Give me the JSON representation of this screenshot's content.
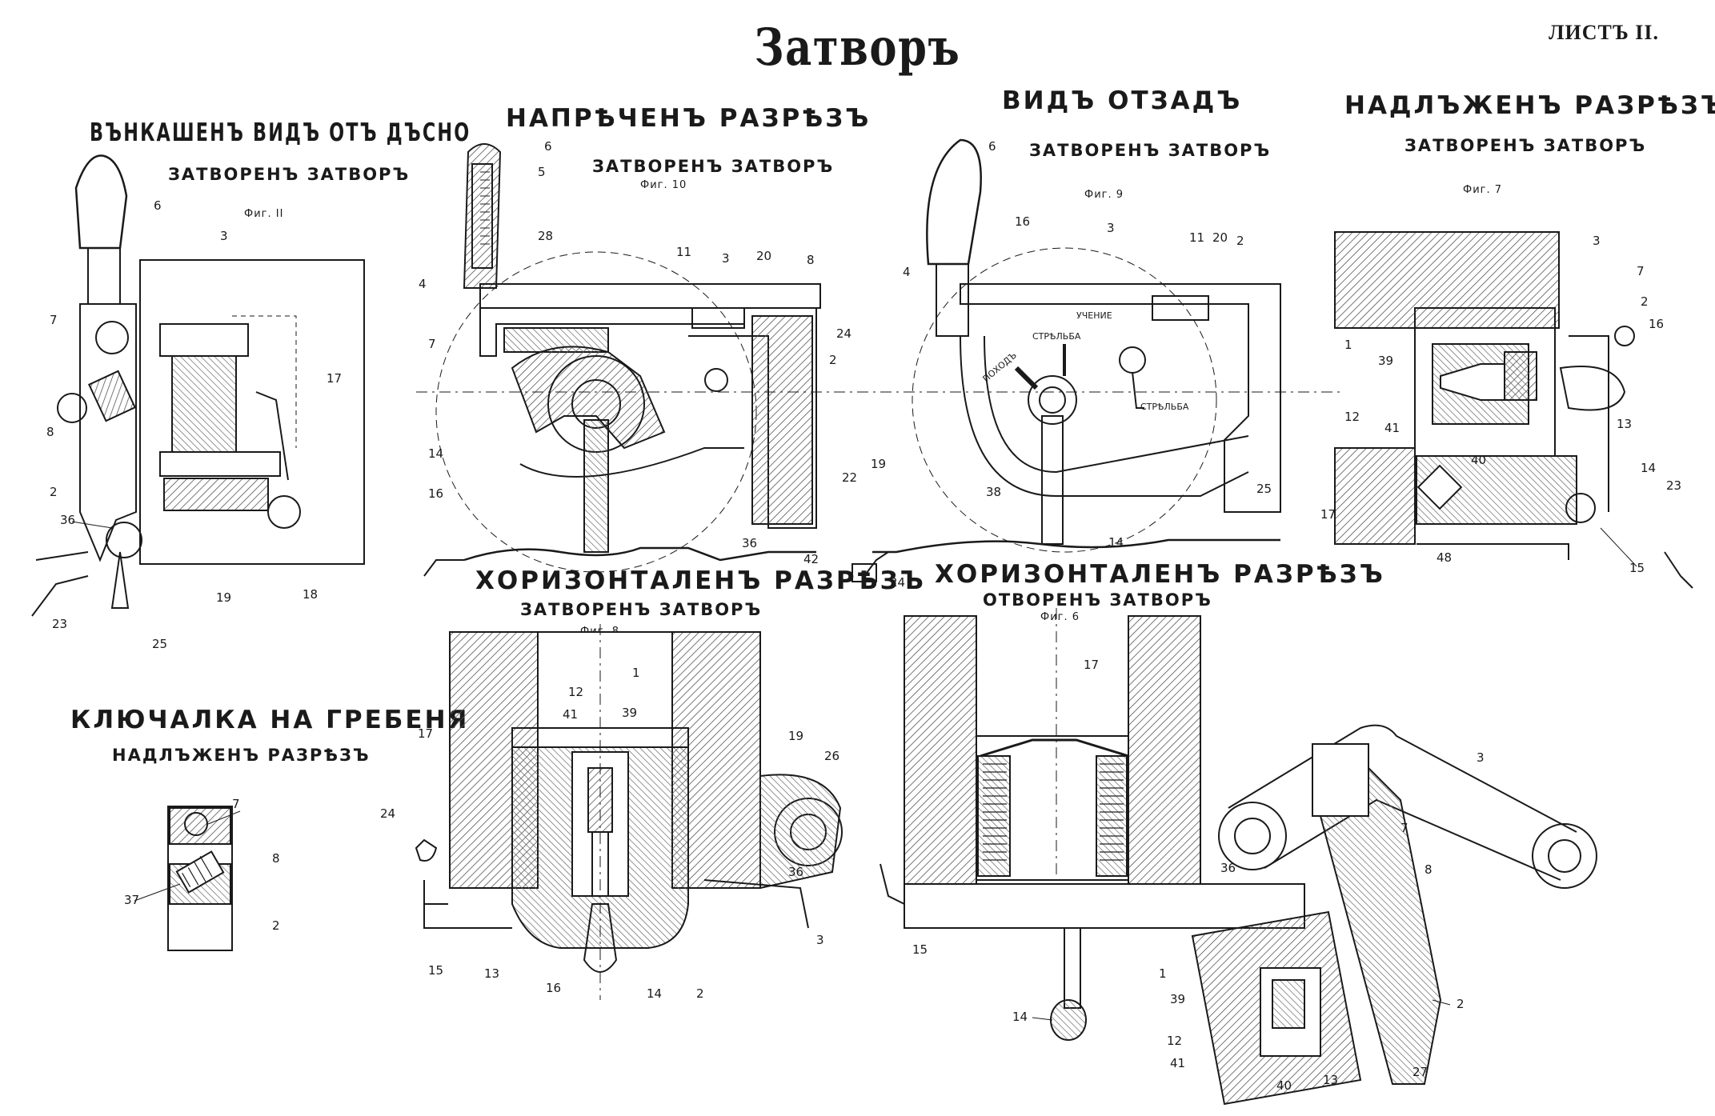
{
  "title": "Затворъ",
  "sheet_number": "ЛИСТЪ II.",
  "views": [
    {
      "heading": "ВЪНКАШЕНЪ ВИДЪ ОТЪ ДЪСНО",
      "subheading": "ЗАТВОРЕНЪ ЗАТВОРЪ",
      "figure": "Фиг. II"
    },
    {
      "heading": "НАПРѢЧЕНЪ РАЗРѢЗЪ",
      "subheading": "ЗАТВОРЕНЪ ЗАТВОРЪ",
      "figure": "Фиг. 10"
    },
    {
      "heading": "ВИДЪ ОТЗАДЪ",
      "subheading": "ЗАТВОРЕНЪ ЗАТВОРЪ",
      "figure": "Фиг. 9"
    },
    {
      "heading": "НАДЛЪЖЕНЪ РАЗРѢЗЪ",
      "subheading": "ЗАТВОРЕНЪ ЗАТВОРЪ",
      "figure": "Фиг. 7"
    },
    {
      "heading": "ХОРИЗОНТАЛЕНЪ РАЗРѢЗЪ",
      "subheading": "ЗАТВОРЕНЪ ЗАТВОРЪ",
      "figure": "Фиг. 8"
    },
    {
      "heading": "ХОРИЗОНТАЛЕНЪ РАЗРѢЗЪ",
      "subheading": "ОТВОРЕНЪ ЗАТВОРЪ",
      "figure": "Фиг. 6"
    },
    {
      "heading": "КЛЮЧАЛКА НА ГРЕБЕНЯ",
      "subheading": "НАДЛЪЖЕНЪ РАЗРѢЗЪ",
      "figure": ""
    }
  ],
  "dial_labels": {
    "march": "ПОХОДЪ",
    "fire1": "СТРѢЛЬБА",
    "training": "УЧЕНИЕ",
    "fire2": "СТРѢЛЬБА"
  },
  "part_numbers": {
    "fig11": [
      "6",
      "3",
      "7",
      "8",
      "2",
      "36",
      "23",
      "25",
      "19",
      "18",
      "17",
      "4"
    ],
    "fig10": [
      "6",
      "5",
      "28",
      "11",
      "3",
      "20",
      "8",
      "7",
      "24",
      "2",
      "14",
      "16",
      "22",
      "36",
      "42"
    ],
    "fig9": [
      "6",
      "16",
      "3",
      "11",
      "20",
      "2",
      "4",
      "19",
      "38",
      "14",
      "25",
      "24"
    ],
    "fig7": [
      "3",
      "7",
      "2",
      "16",
      "1",
      "39",
      "12",
      "41",
      "40",
      "13",
      "14",
      "23",
      "17",
      "48",
      "15"
    ],
    "fig8": [
      "12",
      "1",
      "41",
      "39",
      "17",
      "19",
      "26",
      "24",
      "36",
      "3",
      "15",
      "13",
      "16",
      "14",
      "2"
    ],
    "fig6": [
      "17",
      "36",
      "3",
      "7",
      "8",
      "15",
      "14",
      "1",
      "39",
      "12",
      "41",
      "40",
      "13",
      "2",
      "27"
    ],
    "lock": [
      "7",
      "8",
      "37",
      "2"
    ]
  },
  "colors": {
    "ink": "#1a1a1a",
    "hatch": "#555555",
    "paper": "#ffffff"
  }
}
